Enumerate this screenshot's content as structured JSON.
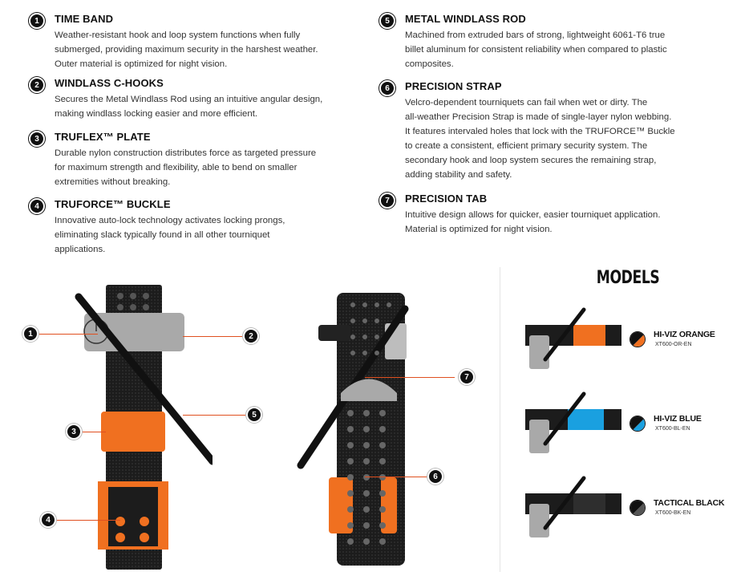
{
  "features": [
    {
      "num": "1",
      "title": "TIME BAND",
      "lines": [
        "Weather-resistant hook and loop system functions when fully",
        "submerged, providing maximum security in the harshest weather.",
        "Outer material is optimized for night vision."
      ]
    },
    {
      "num": "2",
      "title": "WINDLASS C-HOOKS",
      "lines": [
        "Secures the Metal Windlass Rod using an intuitive angular design,",
        "making windlass locking easier and more efficient."
      ]
    },
    {
      "num": "3",
      "title": "TRUFLEX™ PLATE",
      "lines": [
        "Durable nylon construction distributes force as targeted pressure",
        "for maximum strength and flexibility, able to bend on smaller",
        "extremities without breaking."
      ]
    },
    {
      "num": "4",
      "title": "TRUFORCE™ BUCKLE",
      "lines": [
        "Innovative auto-lock technology activates locking prongs,",
        "eliminating slack typically found in all other tourniquet",
        "applications."
      ]
    },
    {
      "num": "5",
      "title": "METAL WINDLASS ROD",
      "lines": [
        "Machined from extruded bars of strong, lightweight 6061-T6 true",
        "billet aluminum for consistent reliability when compared to plastic",
        "composites."
      ]
    },
    {
      "num": "6",
      "title": "PRECISION STRAP",
      "lines": [
        "Velcro-dependent tourniquets can fail when wet or dirty. The",
        "all-weather Precision Strap is made of single-layer nylon webbing.",
        "It features intervaled holes that lock with the TRUFORCE™ Buckle",
        "to create a consistent, efficient primary security system. The",
        "secondary hook and loop system secures the remaining strap,",
        "adding stability and safety."
      ]
    },
    {
      "num": "7",
      "title": "PRECISION TAB",
      "lines": [
        "Intuitive design allows for quicker, easier tourniquet application.",
        "Material is optimized for night vision."
      ]
    }
  ],
  "callouts": [
    "1",
    "2",
    "3",
    "4",
    "5",
    "6",
    "7"
  ],
  "models": {
    "heading": "MODELS",
    "items": [
      {
        "name": "HI-VIZ ORANGE",
        "code": "XT600-OR-EN",
        "color": "#f07020"
      },
      {
        "name": "HI-VIZ BLUE",
        "code": "XT600-BL-EN",
        "color": "#1aa0e0"
      },
      {
        "name": "TACTICAL BLACK",
        "code": "XT600-BK-EN",
        "color": "#555555"
      }
    ]
  },
  "colors": {
    "orange": "#f07020",
    "strap": "#1a1a1a",
    "grey": "#a9a9a9",
    "leader": "#e05020"
  }
}
